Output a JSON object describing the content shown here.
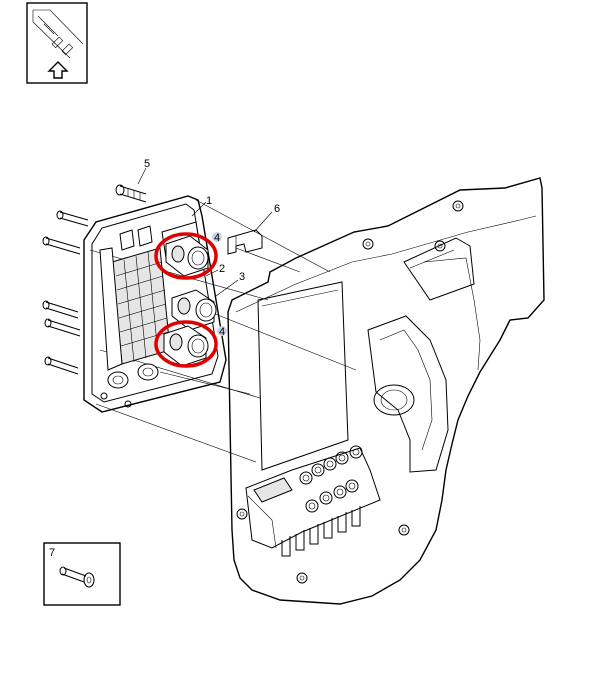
{
  "callouts": {
    "c1": "1",
    "c2": "2",
    "c3": "3",
    "c4a": "4",
    "c4b": "4",
    "c5": "5",
    "c6": "6",
    "c7": "7"
  },
  "colors": {
    "highlight": "#e00000",
    "line": "#000000",
    "shade": "#e6e6e6",
    "callout4_bg": "#c9d3e6"
  },
  "icons": {
    "orientation": "up-arrow-icon"
  }
}
